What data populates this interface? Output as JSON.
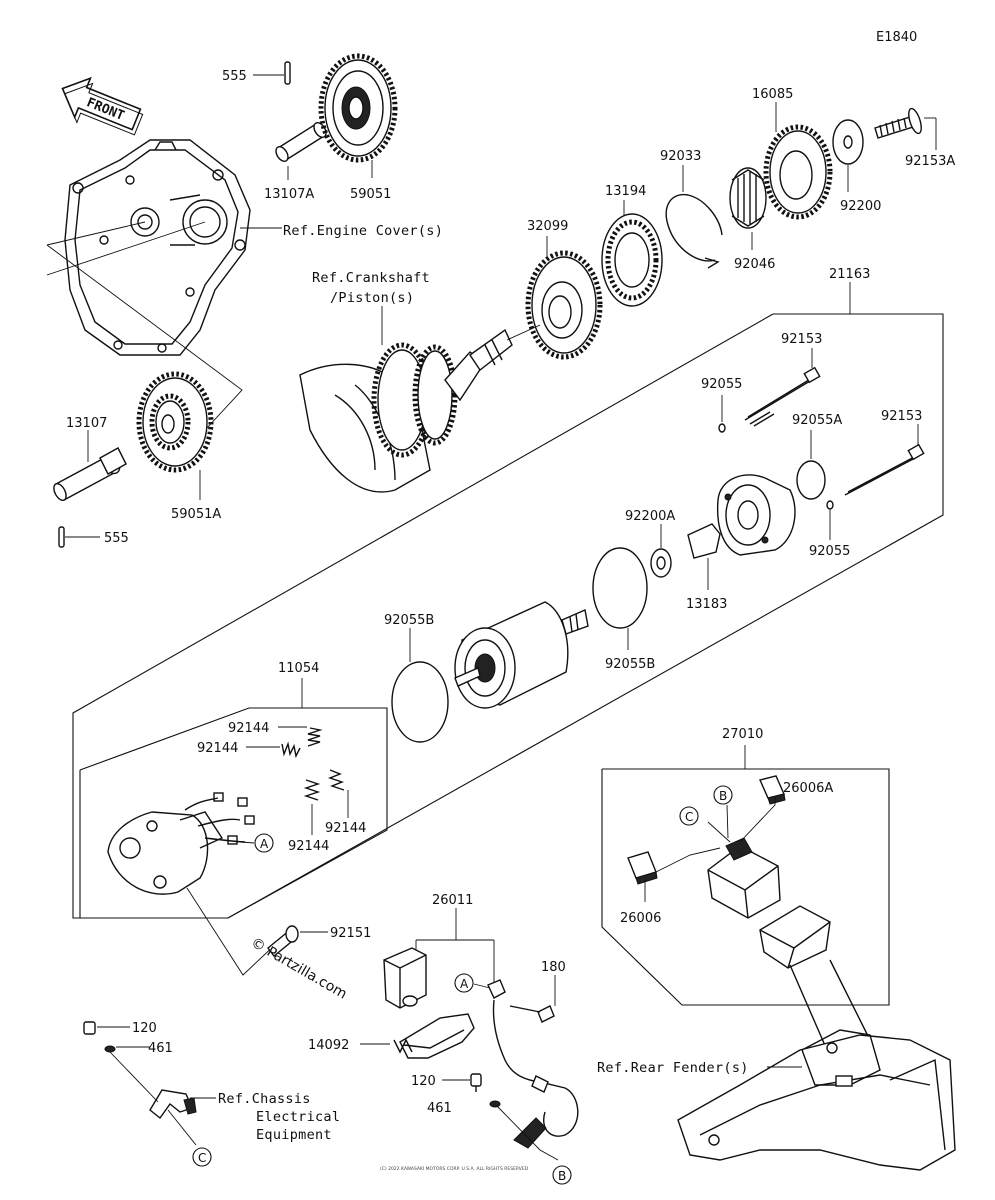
{
  "diagram_code": "E1840",
  "front_label": "FRONT",
  "copyright": "© Partzilla.com",
  "footer_note": "(C) 2022 KAWASAKI MOTORS CORP. U.S.A. ALL RIGHTS RESERVED",
  "references": {
    "engine_cover": "Ref.Engine Cover(s)",
    "crankshaft_line1": "Ref.Crankshaft",
    "crankshaft_line2": "/Piston(s)",
    "rear_fender": "Ref.Rear Fender(s)",
    "chassis_line1": "Ref.Chassis",
    "chassis_line2": "Electrical",
    "chassis_line3": "Equipment"
  },
  "parts": {
    "p555_top": "555",
    "p13107A": "13107A",
    "p59051": "59051",
    "p16085": "16085",
    "p92153A": "92153A",
    "p92033": "92033",
    "p13194": "13194",
    "p32099": "32099",
    "p92046": "92046",
    "p92200": "92200",
    "p21163": "21163",
    "p92153_a": "92153",
    "p92055_a": "92055",
    "p92055A": "92055A",
    "p92153_b": "92153",
    "p92055_b": "92055",
    "p92200A": "92200A",
    "p13183": "13183",
    "p92055B_a": "92055B",
    "p92055B_b": "92055B",
    "p13107": "13107",
    "p555_bottom": "555",
    "p59051A": "59051A",
    "p11054": "11054",
    "p92144_a": "92144",
    "p92144_b": "92144",
    "p92144_c": "92144",
    "p92144_d": "92144",
    "p27010": "27010",
    "p26006A": "26006A",
    "p26006": "26006",
    "p92151": "92151",
    "p26011": "26011",
    "p180": "180",
    "p120_left": "120",
    "p461_left": "461",
    "p14092": "14092",
    "p120_mid": "120",
    "p461_mid": "461"
  },
  "callouts": {
    "a1": "A",
    "a2": "A",
    "b1": "B",
    "b2": "B",
    "c1": "C",
    "c2": "C"
  }
}
